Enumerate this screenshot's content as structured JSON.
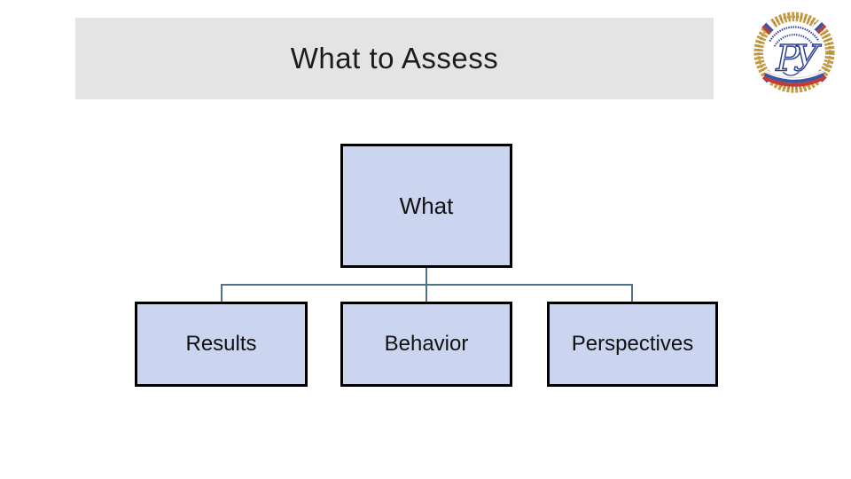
{
  "slide": {
    "title": "What to Assess",
    "background_color": "#ffffff",
    "title_bar_color": "#e5e4e4",
    "title_text_color": "#1c1c1c"
  },
  "emblem": {
    "name": "university-crest",
    "monogram": "РУ",
    "wreath_gold": "#c49b3f",
    "monogram_blue": "#2c4192",
    "ribbon_blue": "#3b55a5",
    "ribbon_red": "#c23b34",
    "ribbon_white": "#ffffff"
  },
  "diagram": {
    "type": "hierarchy",
    "connector_color": "#4e7287",
    "node_fill": "#ccd5ef",
    "node_border": "#000000",
    "root": {
      "label": "What"
    },
    "children": [
      {
        "label": "Results"
      },
      {
        "label": "Behavior"
      },
      {
        "label": "Perspectives"
      }
    ]
  }
}
